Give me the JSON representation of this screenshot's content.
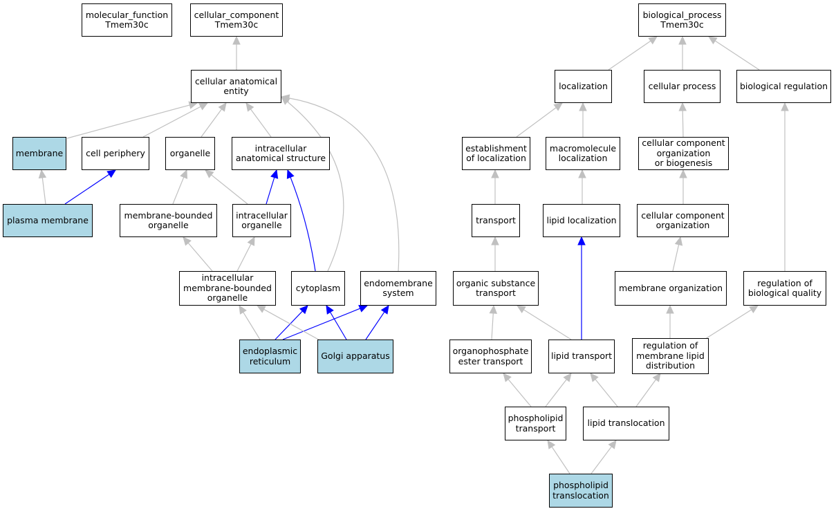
{
  "colors": {
    "highlight": "#add8e6",
    "edge_gray": "#c0c0c0",
    "edge_blue": "#0000ff"
  },
  "nodes": {
    "molecular_function": "molecular_function\nTmem30c",
    "cellular_component": "cellular_component\nTmem30c",
    "biological_process": "biological_process\nTmem30c",
    "cellular_anatomical_entity": "cellular anatomical\nentity",
    "membrane": "membrane",
    "cell_periphery": "cell periphery",
    "organelle": "organelle",
    "intracellular_anatomical_structure": "intracellular\nanatomical structure",
    "plasma_membrane": "plasma membrane",
    "membrane_bounded_organelle": "membrane-bounded\norganelle",
    "intracellular_organelle": "intracellular\norganelle",
    "intracellular_membrane_bounded_organelle": "intracellular\nmembrane-bounded\norganelle",
    "cytoplasm": "cytoplasm",
    "endomembrane_system": "endomembrane\nsystem",
    "endoplasmic_reticulum": "endoplasmic\nreticulum",
    "golgi_apparatus": "Golgi apparatus",
    "localization": "localization",
    "cellular_process": "cellular process",
    "biological_regulation": "biological regulation",
    "establishment_of_localization": "establishment\nof localization",
    "macromolecule_localization": "macromolecule\nlocalization",
    "ccob": "cellular component\norganization\nor biogenesis",
    "transport": "transport",
    "lipid_localization": "lipid localization",
    "cellular_component_organization": "cellular component\norganization",
    "organic_substance_transport": "organic substance\ntransport",
    "membrane_organization": "membrane organization",
    "regulation_of_biological_quality": "regulation of\nbiological quality",
    "organophosphate_ester_transport": "organophosphate\nester transport",
    "lipid_transport": "lipid transport",
    "regulation_of_membrane_lipid_distribution": "regulation of\nmembrane lipid\ndistribution",
    "phospholipid_transport": "phospholipid\ntransport",
    "lipid_translocation": "lipid translocation",
    "phospholipid_translocation": "phospholipid\ntranslocation"
  }
}
